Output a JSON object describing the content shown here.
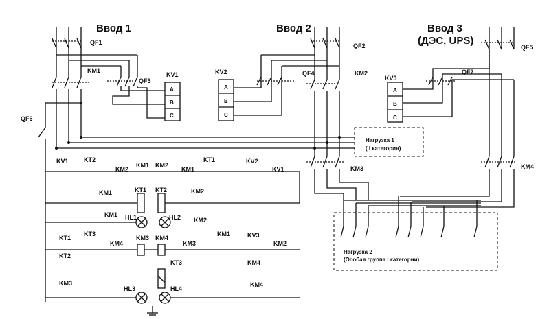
{
  "inputs": {
    "input1": "Ввод  1",
    "input2": "Ввод 2",
    "input3_line1": "Ввод 3",
    "input3_line2": "(ДЭС, UPS)"
  },
  "breakers": {
    "qf1": "QF1",
    "qf2": "QF2",
    "qf3": "QF3",
    "qf4": "QF4",
    "qf5": "QF5",
    "qf6": "QF6",
    "qf7": "QF7"
  },
  "contactors": {
    "km1": "KM1",
    "km2": "KM2",
    "km3": "KM3",
    "km4": "KM4"
  },
  "relays": {
    "kv1": "KV1",
    "kv2": "KV2",
    "kv3": "KV3",
    "phases": [
      "A",
      "B",
      "C"
    ]
  },
  "loads": {
    "load1_line1": "Нагрузка  1",
    "load1_line2": "( I категория)",
    "load2_line1": "Нагрузка 2",
    "load2_line2": "(Особая группа I категории)"
  },
  "control": {
    "kv1": "KV1",
    "kt2": "KT2",
    "km2": "KM2",
    "km1": "KM1",
    "kt1": "KT1",
    "kv2": "KV2",
    "km3": "KM3",
    "km4": "KM4",
    "kt3": "KT3",
    "kv3": "KV3",
    "hl1": "HL1",
    "hl2": "HL2",
    "hl3": "HL3",
    "hl4": "HL4"
  }
}
